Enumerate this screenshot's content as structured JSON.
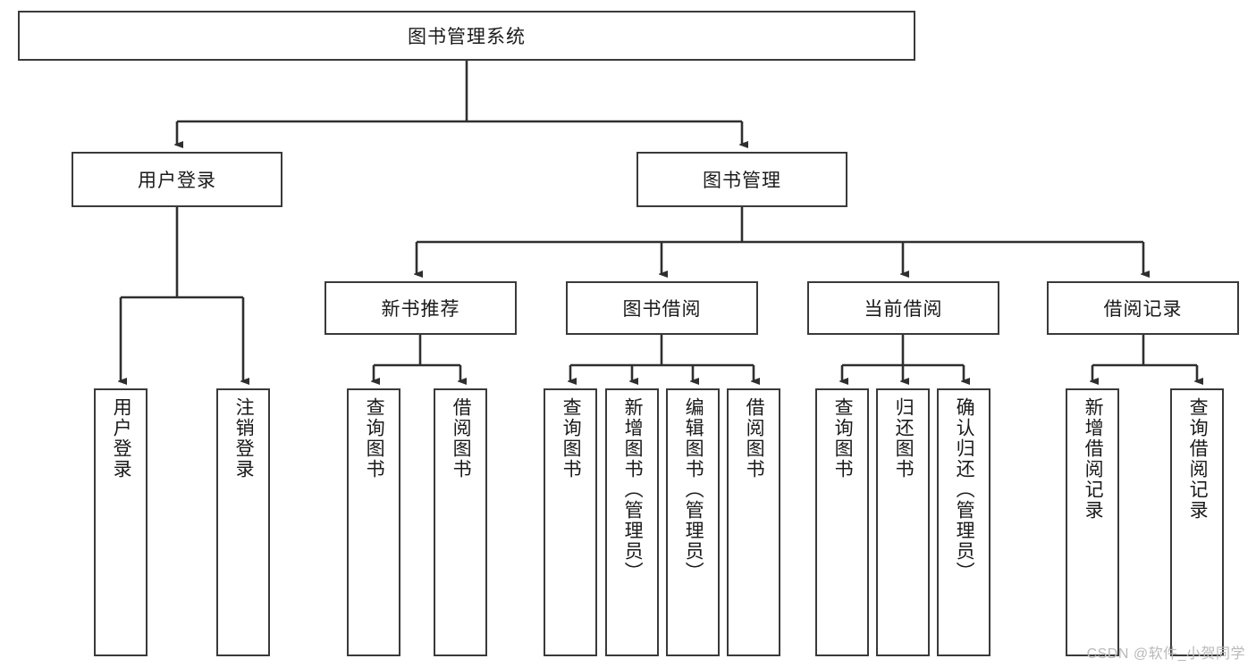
{
  "diagram": {
    "title": "图书管理系统",
    "type": "tree-hierarchy",
    "watermark": "CSDN @软件_小贺同学",
    "colors": {
      "box_border": "#3a3a3a",
      "box_fill": "#ffffff",
      "connector": "#2f2f2f",
      "text": "#1a1a1a",
      "watermark": "#b9b9b9"
    },
    "nodes": {
      "root": {
        "label": "图书管理系统"
      },
      "level1": [
        {
          "id": "user-login",
          "label": "用户登录"
        },
        {
          "id": "book-manage",
          "label": "图书管理"
        }
      ],
      "level2": [
        {
          "id": "new-book-recommend",
          "label": "新书推荐"
        },
        {
          "id": "book-borrow",
          "label": "图书借阅"
        },
        {
          "id": "current-borrow",
          "label": "当前借阅"
        },
        {
          "id": "borrow-record",
          "label": "借阅记录"
        }
      ],
      "leaves": {
        "user-login": [
          {
            "id": "leaf-user-login",
            "label": "用户登录"
          },
          {
            "id": "leaf-user-logout",
            "label": "注销登录"
          }
        ],
        "new-book-recommend": [
          {
            "id": "leaf-query-book-1",
            "label": "查询图书"
          },
          {
            "id": "leaf-borrow-book-1",
            "label": "借阅图书"
          }
        ],
        "book-borrow": [
          {
            "id": "leaf-query-book-2",
            "label": "查询图书"
          },
          {
            "id": "leaf-add-book",
            "label": "新增图书（管理员）"
          },
          {
            "id": "leaf-edit-book",
            "label": "编辑图书（管理员）"
          },
          {
            "id": "leaf-borrow-book-2",
            "label": "借阅图书"
          }
        ],
        "current-borrow": [
          {
            "id": "leaf-query-book-3",
            "label": "查询图书"
          },
          {
            "id": "leaf-return-book",
            "label": "归还图书"
          },
          {
            "id": "leaf-confirm-return",
            "label": "确认归还（管理员）"
          }
        ],
        "borrow-record": [
          {
            "id": "leaf-add-record",
            "label": "新增借阅记录"
          },
          {
            "id": "leaf-query-record",
            "label": "查询借阅记录"
          }
        ]
      }
    }
  }
}
